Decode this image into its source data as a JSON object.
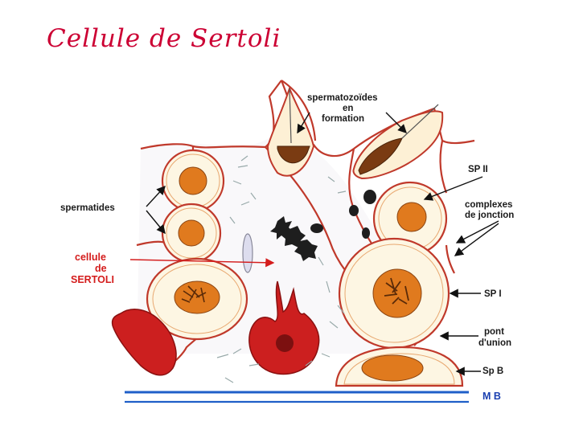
{
  "slide": {
    "title": "Cellule de Sertoli"
  },
  "diagram": {
    "labels": {
      "spermatozoides_line1": "spermatozoïdes",
      "spermatozoides_line2": "en",
      "spermatozoides_line3": "formation",
      "spermatides": "spermatides",
      "cellule_line1": "cellule",
      "cellule_line2": "de",
      "cellule_line3": "SERTOLI",
      "sp2": "SP II",
      "complexes_line1": "complexes",
      "complexes_line2": "de jonction",
      "sp1": "SP I",
      "pont_line1": "pont",
      "pont_line2": "d'union",
      "spb": "Sp B",
      "mb": "M B"
    },
    "colors": {
      "membrane": "#c0392b",
      "nucleus": "#e07a1e",
      "cell_fill": "#fdf6e3",
      "red_cell": "#cc1f1f",
      "basal_membrane": "#1f5fc8",
      "label_red": "#d41c1c"
    }
  }
}
